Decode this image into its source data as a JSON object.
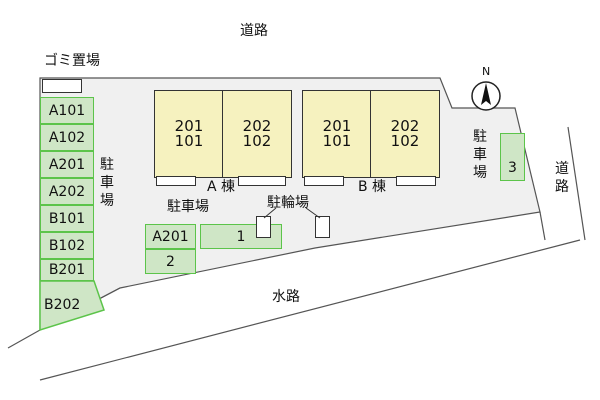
{
  "roads": {
    "top": "道路",
    "right": [
      "道",
      "路"
    ],
    "waterway": "水路"
  },
  "garbage": "ゴミ置場",
  "compass": "N",
  "parking_label": "駐車場",
  "parking_label_vertical": [
    "駐",
    "車",
    "場"
  ],
  "bike_parking": "駐輪場",
  "left_slots": [
    "A101",
    "A102",
    "A201",
    "A202",
    "B101",
    "B102",
    "B201",
    "B202"
  ],
  "center_slots": {
    "a201": "A201",
    "slot1": "1",
    "slot2": "2"
  },
  "right_slot": "3",
  "buildings": {
    "a": {
      "label": "A 棟",
      "units": [
        {
          "upper": "201",
          "lower": "101"
        },
        {
          "upper": "202",
          "lower": "102"
        }
      ]
    },
    "b": {
      "label": "B 棟",
      "units": [
        {
          "upper": "201",
          "lower": "101"
        },
        {
          "upper": "202",
          "lower": "102"
        }
      ]
    }
  },
  "colors": {
    "lot": "#f0f0f0",
    "parking_fill": "#cfe6c6",
    "parking_border": "#5cc44a",
    "building_fill": "#f6f2bf"
  }
}
